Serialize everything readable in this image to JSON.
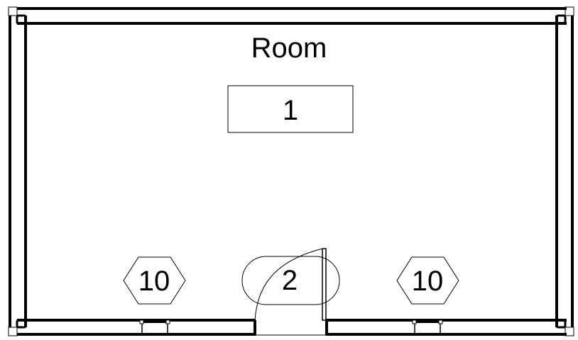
{
  "drawing": {
    "type": "floor-plan",
    "line_color": "#000000",
    "background": "#ffffff"
  },
  "room": {
    "name": "Room",
    "number": "1"
  },
  "door_tag": {
    "label": "2"
  },
  "window_tags": [
    {
      "label": "10"
    },
    {
      "label": "10"
    }
  ]
}
